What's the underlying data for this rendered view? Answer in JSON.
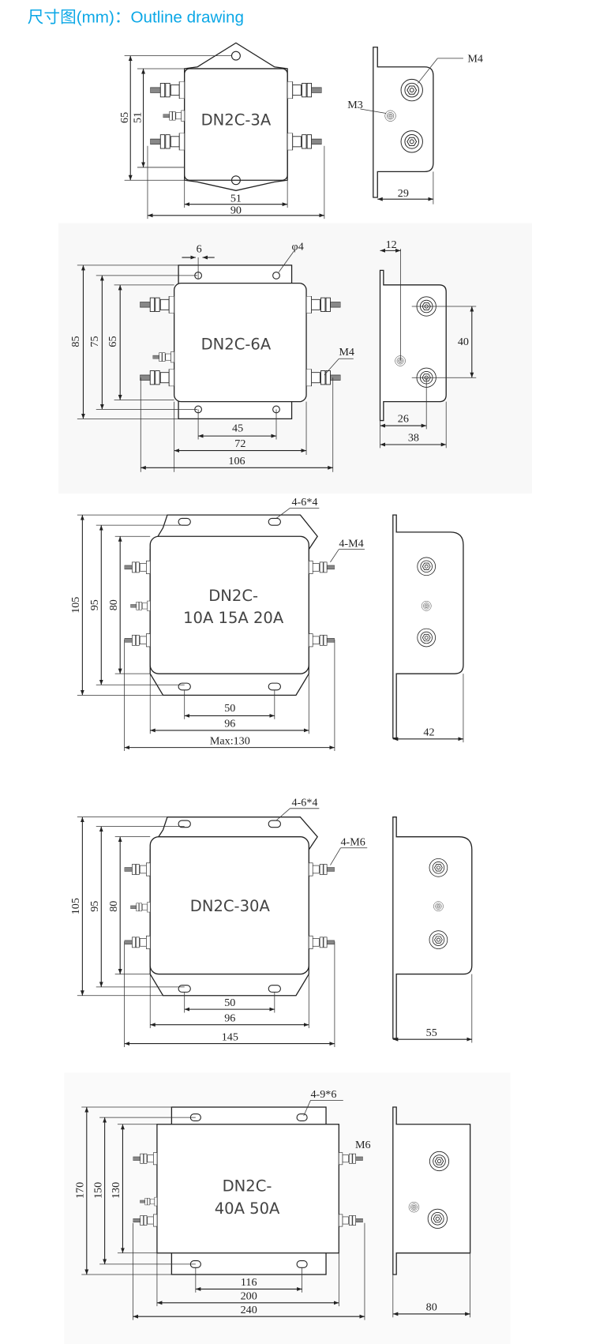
{
  "title": "尺寸图(mm)：Outline drawing",
  "drawings": [
    {
      "model": "DN2C-3A",
      "dims": [
        "65",
        "51",
        "51",
        "90"
      ],
      "side_dim": "29",
      "labels": [
        "M4",
        "M3"
      ]
    },
    {
      "model": "DN2C-6A",
      "dims": [
        "85",
        "75",
        "65",
        "6",
        "45",
        "72",
        "106"
      ],
      "side_dims": [
        "12",
        "40",
        "26",
        "38"
      ],
      "labels": [
        "φ4",
        "M4"
      ]
    },
    {
      "model_line1": "DN2C-",
      "model_line2": "10A 15A 20A",
      "dims": [
        "105",
        "95",
        "80",
        "50",
        "96",
        "Max:130"
      ],
      "side_dim": "42",
      "labels": [
        "4-6*4",
        "4-M4"
      ]
    },
    {
      "model": "DN2C-30A",
      "dims": [
        "105",
        "95",
        "80",
        "50",
        "96",
        "145"
      ],
      "side_dim": "55",
      "labels": [
        "4-6*4",
        "4-M6"
      ]
    },
    {
      "model_line1": "DN2C-",
      "model_line2": "40A 50A",
      "dims": [
        "170",
        "150",
        "130",
        "116",
        "200",
        "240"
      ],
      "side_dim": "80",
      "labels": [
        "4-9*6",
        "M6"
      ]
    }
  ]
}
